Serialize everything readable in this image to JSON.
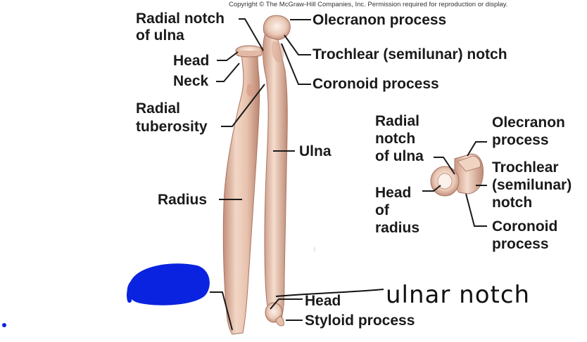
{
  "copyright": "Copyright © The McGraw-Hill Companies, Inc. Permission required for reproduction or display.",
  "main_labels": {
    "radial_notch_line1": "Radial notch",
    "radial_notch_line2": "of ulna",
    "head": "Head",
    "neck": "Neck",
    "radial_tuberosity_line1": "Radial",
    "radial_tuberosity_line2": "tuberosity",
    "radius": "Radius",
    "ulna": "Ulna",
    "olecranon_process": "Olecranon process",
    "trochlear_notch": "Trochlear (semilunar) notch",
    "coronoid_process": "Coronoid process",
    "distal_head": "Head",
    "styloid_process": "Styloid process"
  },
  "inset_labels": {
    "radial_notch_line1": "Radial",
    "radial_notch_line2": "notch",
    "radial_notch_line3": "of ulna",
    "olecranon_line1": "Olecranon",
    "olecranon_line2": "process",
    "trochlear_line1": "Trochlear",
    "trochlear_line2": "(semilunar)",
    "trochlear_line3": "notch",
    "head_radius_line1": "Head",
    "head_radius_line2": "of",
    "head_radius_line3": "radius",
    "coronoid_line1": "Coronoid",
    "coronoid_line2": "process"
  },
  "annotation": {
    "handwritten_text": "ulnar notch"
  },
  "colors": {
    "bone_fill": "#e7c4b0",
    "bone_shadow": "#c99883",
    "bone_highlight": "#f7e4d8",
    "leader_line": "#1a1a1a",
    "scribble_blue": "#0a23e0"
  }
}
